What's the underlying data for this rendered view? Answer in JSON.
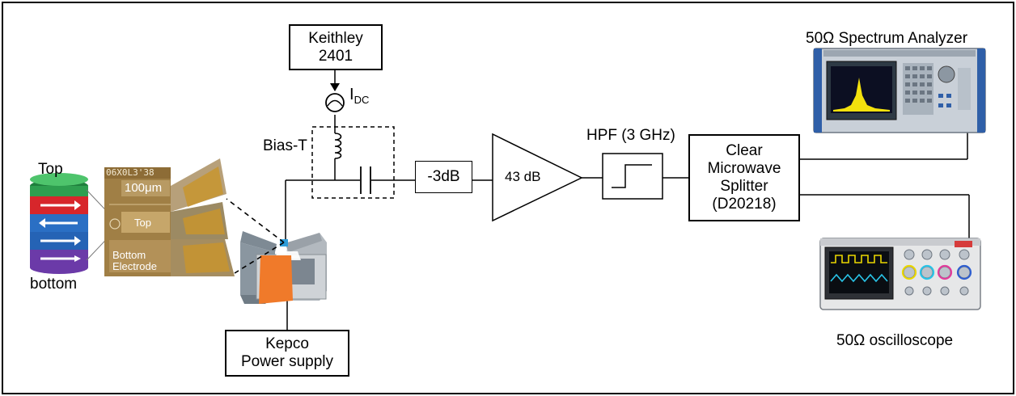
{
  "keithley": {
    "line1": "Keithley",
    "line2": "2401"
  },
  "idc": {
    "main": "I",
    "sub": "DC"
  },
  "bias_t": "Bias-T",
  "attenuator": "-3dB",
  "amplifier": "43 dB",
  "hpf": "HPF (3 GHz)",
  "splitter": {
    "line1": "Clear",
    "line2": "Microwave",
    "line3": "Splitter",
    "line4": "(D20218)"
  },
  "spectrum_analyzer": "50Ω Spectrum Analyzer",
  "oscilloscope": "50Ω oscilloscope",
  "kepco": {
    "line1": "Kepco",
    "line2": "Power supply"
  },
  "stack": {
    "top": "Top",
    "bottom": "bottom"
  },
  "micrograph": {
    "header": "06X0L3'38",
    "scale": "100μm",
    "top_pad": "Top",
    "bottom_line1": "Bottom",
    "bottom_line2": "Electrode"
  },
  "colors": {
    "layer_top": "#2e9e4f",
    "layer_red": "#d7262b",
    "layer_blue1": "#2a6fc4",
    "layer_blue2": "#2563b5",
    "layer_purple": "#6b3aa8",
    "magnet_core": "#f07a2a"
  }
}
